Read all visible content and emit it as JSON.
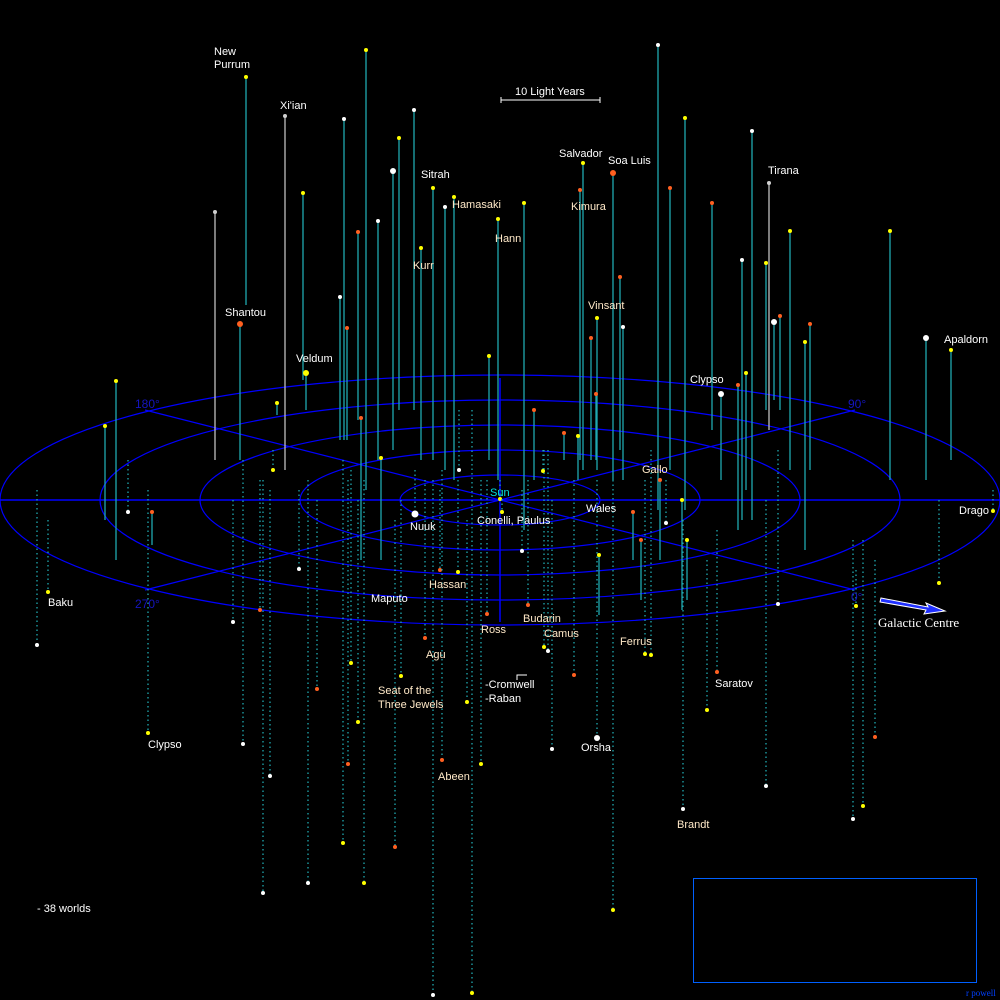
{
  "scale": {
    "label": "10 Light Years"
  },
  "degrees": {
    "d0": "0°",
    "d90": "90°",
    "d180": "180°",
    "d270": "270°"
  },
  "galactic_centre": {
    "label": "Galactic Centre"
  },
  "world_count": "- 38 worlds",
  "credit": "r powell",
  "colors": {
    "grid": "#0000ff",
    "stem": "#20a8b0",
    "yellow": "#ffff00",
    "orange": "#ff6020",
    "white": "#ffffff"
  },
  "stars": [
    "New Purrum",
    "Xi'ian",
    "Sitrah",
    "Hamasaki",
    "Hann",
    "Kurr",
    "Salvador",
    "Soa Luis",
    "Kimura",
    "Tirana",
    "Shantou",
    "Veldum",
    "Vinsant",
    "Clypso",
    "Apaldorn",
    "Sun",
    "Nuuk",
    "Conelli, Paulus",
    "Wales",
    "Gallo",
    "Drago",
    "Baku",
    "Maputo",
    "Hassan",
    "Budarin",
    "Ross",
    "Camus",
    "Ferrus",
    "Agu",
    "-Cromwell",
    "-Raban",
    "Seat of the Three Jewels",
    "Saratov",
    "Orsha",
    "Clypso",
    "Abeen",
    "Brandt"
  ]
}
